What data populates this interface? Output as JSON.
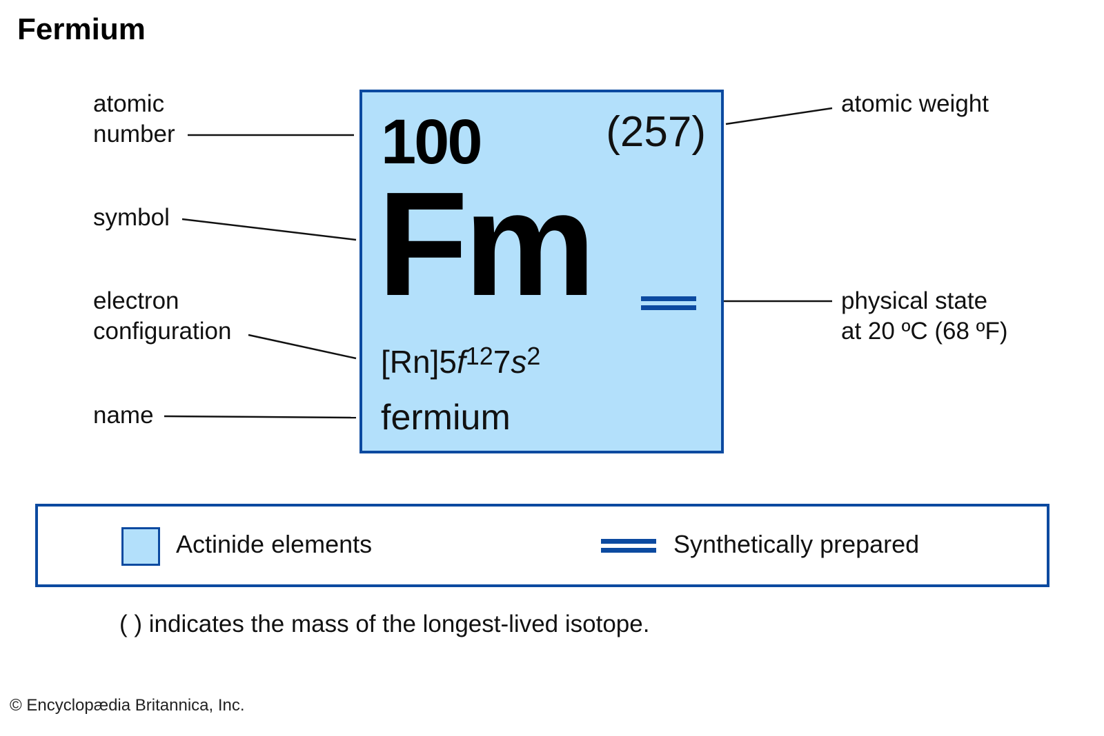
{
  "title": "Fermium",
  "labels": {
    "atomic_number": [
      "atomic",
      "number"
    ],
    "symbol": "symbol",
    "electron_configuration": [
      "electron",
      "configuration"
    ],
    "name": "name",
    "atomic_weight": "atomic weight",
    "physical_state": [
      "physical state",
      "at 20 ºC (68 ºF)"
    ]
  },
  "element": {
    "atomic_number": "100",
    "atomic_weight": "(257)",
    "symbol": "Fm",
    "config": {
      "core": "[Rn]5",
      "f": "f",
      "f_exp": "12",
      "n": "7",
      "s": "s",
      "s_exp": "2"
    },
    "name": "fermium",
    "physical_state_icon": "double-bar-synthetic-icon"
  },
  "legend": {
    "items": [
      {
        "label": "Actinide elements",
        "icon": "swatch",
        "color": "#b3e0fb"
      },
      {
        "label": "Synthetically prepared",
        "icon": "double-bar",
        "color": "#0c4aa0"
      }
    ]
  },
  "note": "( ) indicates the mass of the longest-lived isotope.",
  "copyright": "© Encyclopædia Britannica, Inc.",
  "colors": {
    "tile_fill": "#b3e0fb",
    "accent_blue": "#0c4aa0"
  }
}
